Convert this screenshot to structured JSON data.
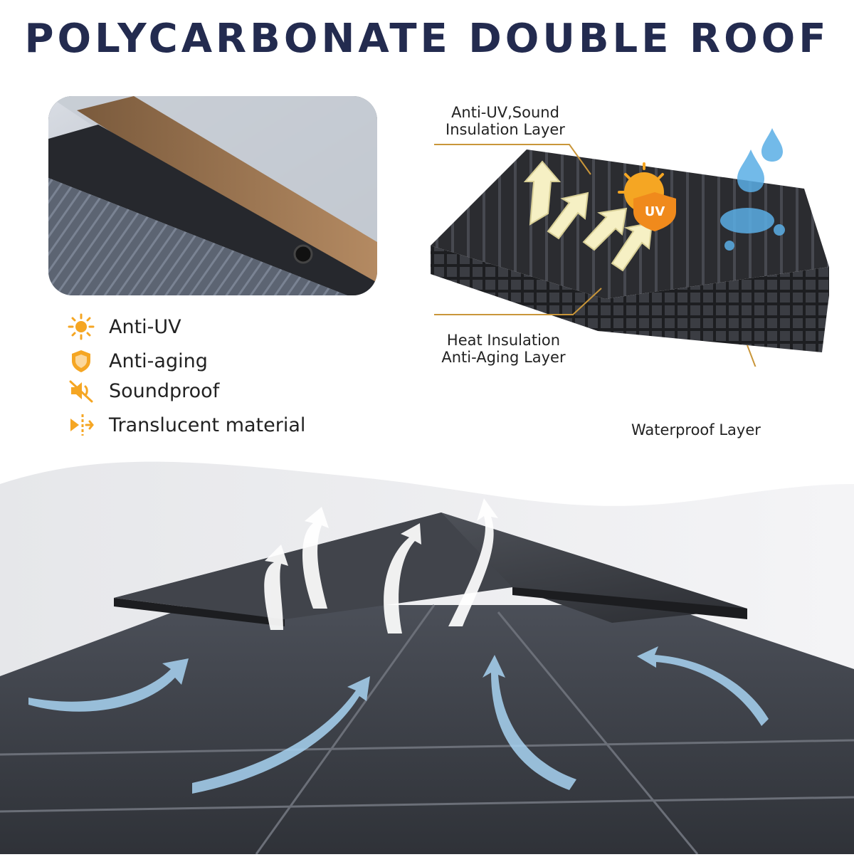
{
  "title": "POLYCARBONATE DOUBLE ROOF",
  "features": [
    {
      "icon": "sun-icon",
      "label": "Anti-UV"
    },
    {
      "icon": "shield-icon",
      "label": "Anti-aging"
    },
    {
      "icon": "mute-speaker-icon",
      "label": "Soundproof"
    },
    {
      "icon": "light-pass-icon",
      "label": "Translucent material"
    }
  ],
  "layers": {
    "top_line1": "Anti-UV,Sound",
    "top_line2": "Insulation Layer",
    "mid_line1": "Heat Insulation",
    "mid_line2": "Anti-Aging Layer",
    "bottom": "Waterproof Layer",
    "uv_badge": "UV"
  },
  "colors": {
    "title": "#232b4f",
    "accent_orange": "#f5a623",
    "leader_line": "#c9963a",
    "panel_dark": "#2e2f33",
    "arrow_cream": "#f6f0c4",
    "water_blue": "#5aaee6",
    "air_flow": "#a8d3f2"
  }
}
